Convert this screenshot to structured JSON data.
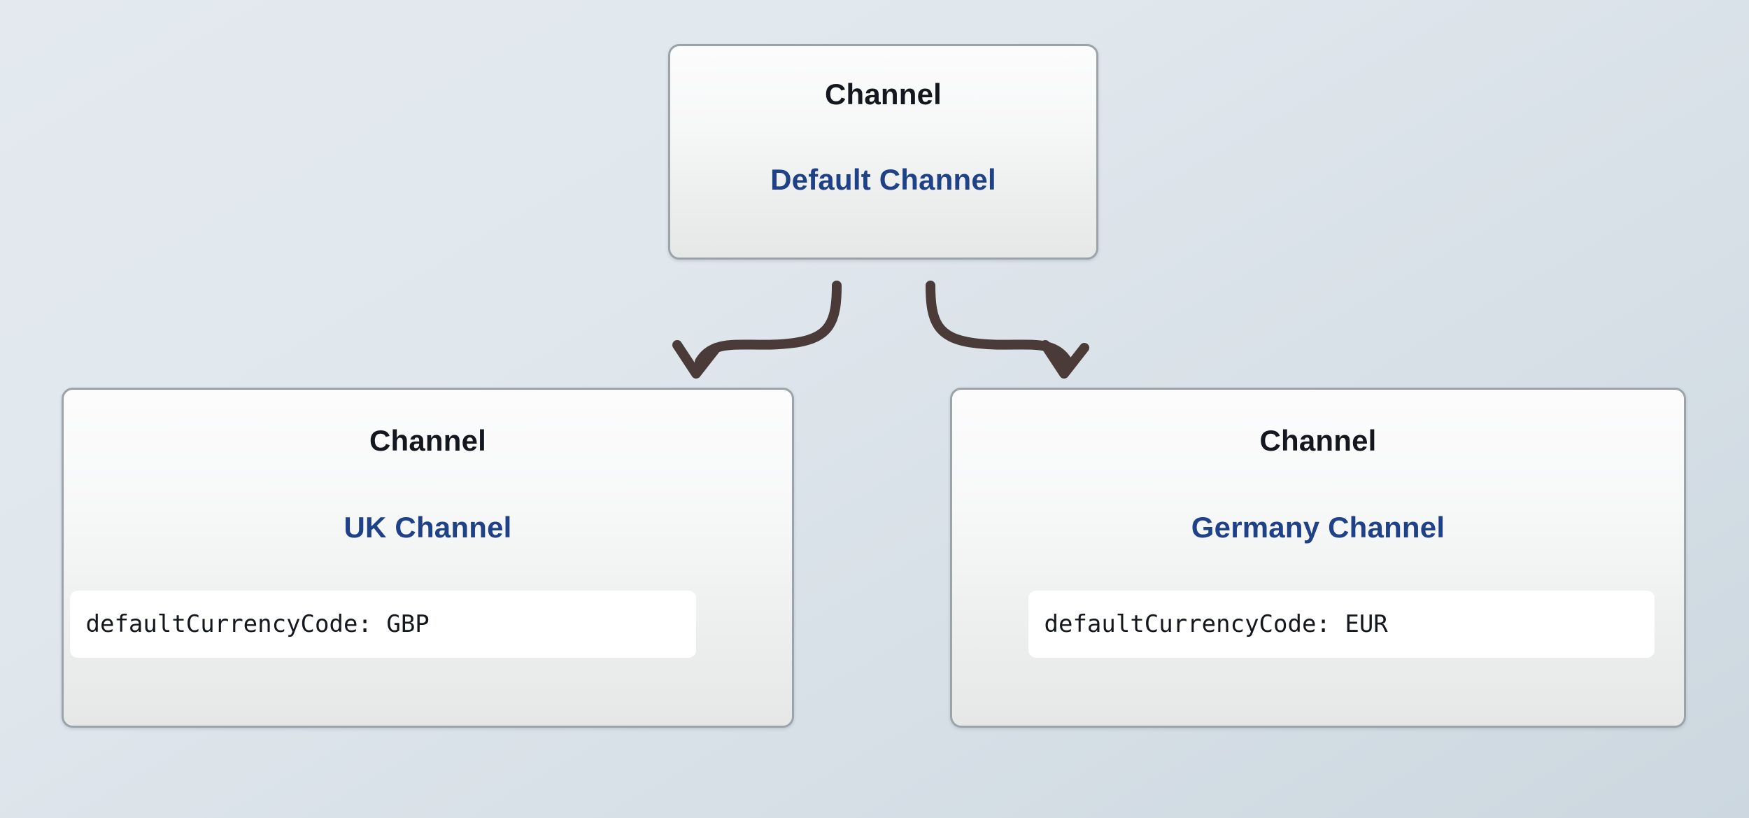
{
  "diagram": {
    "kind": "entity-relationship-tree",
    "background_top_color": "#e3e9ef",
    "background_bottom_color": "#ccd7df",
    "node_border_color": "#9ba4a9",
    "node_type_color": "#14171e",
    "node_title_color": "#1f4188",
    "edge_color": "#4a3a38",
    "property_chip_color": "#ffffff"
  },
  "nodes": {
    "root": {
      "type_label": "Channel",
      "title": "Default Channel",
      "properties": []
    },
    "uk": {
      "type_label": "Channel",
      "title": "UK Channel",
      "properties": [
        {
          "text": "defaultCurrencyCode: GBP",
          "key": "defaultCurrencyCode",
          "value": "GBP"
        }
      ]
    },
    "germany": {
      "type_label": "Channel",
      "title": "Germany Channel",
      "properties": [
        {
          "text": "defaultCurrencyCode: EUR",
          "key": "defaultCurrencyCode",
          "value": "EUR"
        }
      ]
    }
  },
  "edges": [
    {
      "from": "root",
      "to": "uk",
      "style": "curved-arrow",
      "arrowhead": "open-v"
    },
    {
      "from": "root",
      "to": "germany",
      "style": "curved-arrow",
      "arrowhead": "open-v"
    }
  ]
}
